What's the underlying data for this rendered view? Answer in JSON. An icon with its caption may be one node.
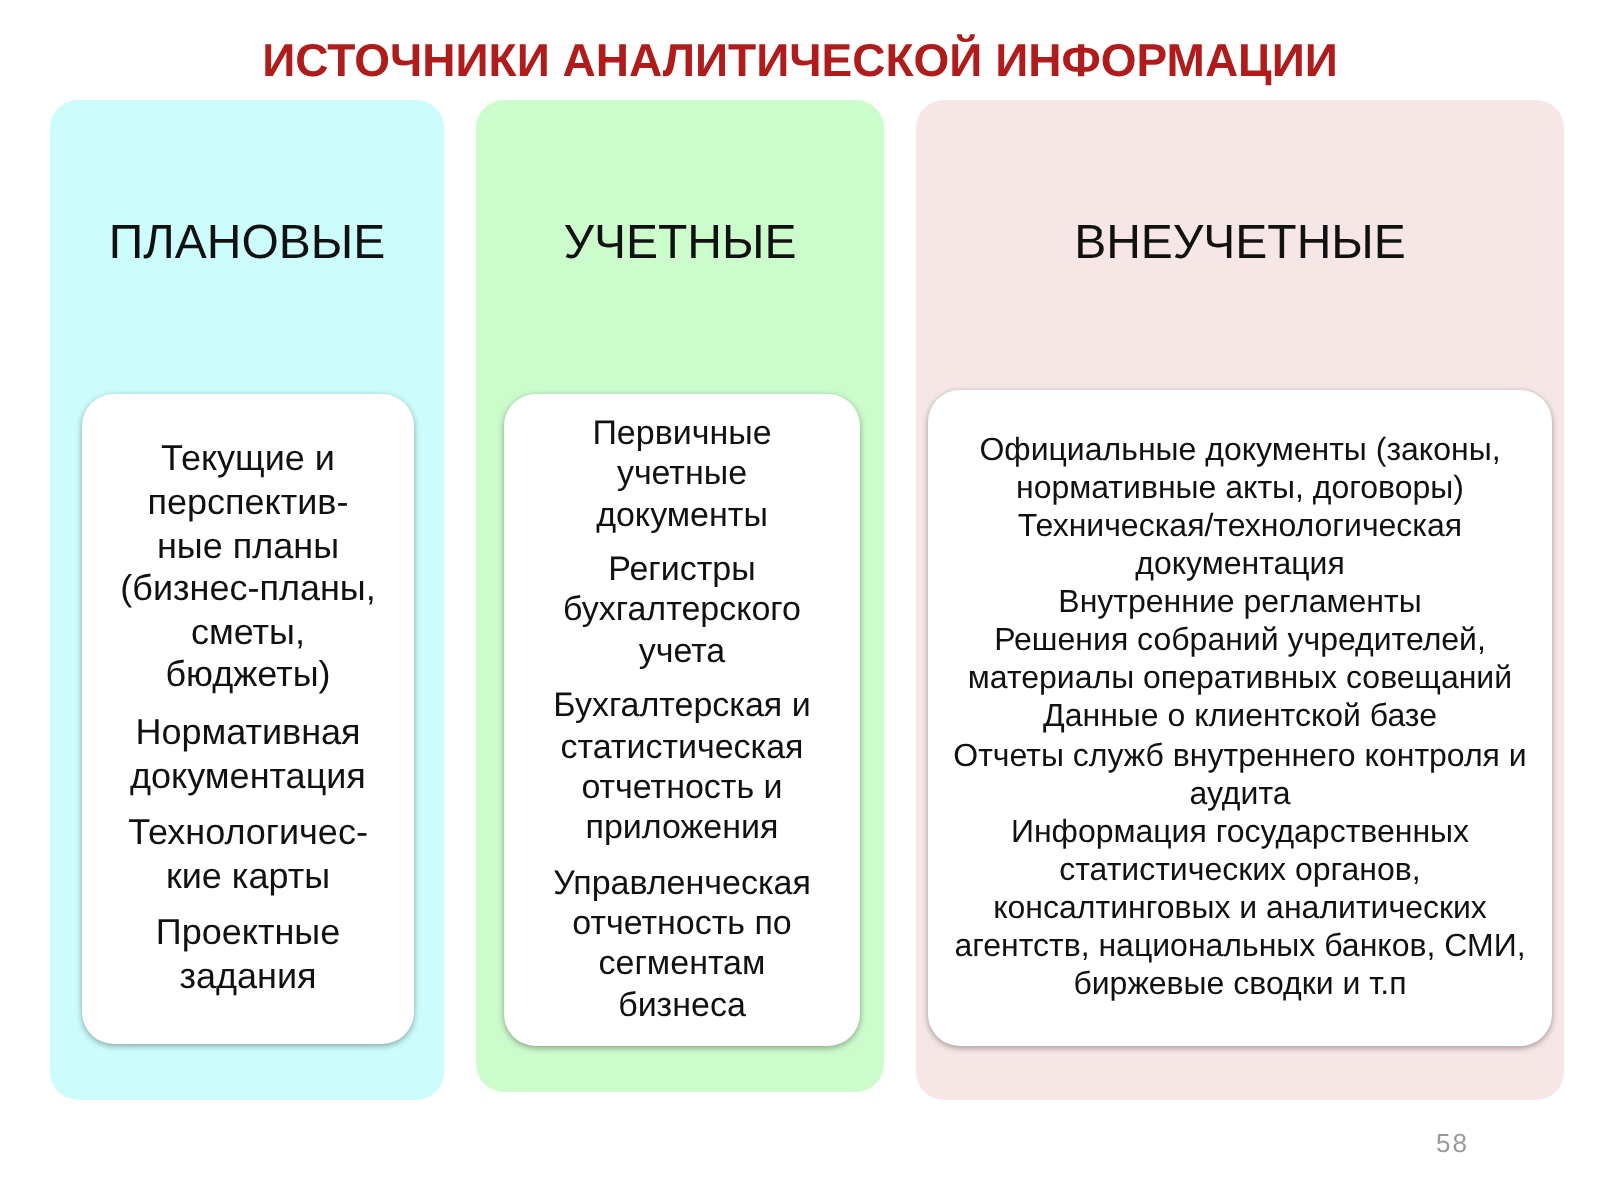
{
  "diagram": {
    "title": "ИСТОЧНИКИ АНАЛИТИЧЕСКОЙ ИНФОРМАЦИИ",
    "nodes": [
      {
        "text": [
          "ПЛАНОВЫЕ"
        ]
      },
      {
        "text": [
          "Текущие и перспектив-ные планы (бизнес-планы, сметы, бюджеты)",
          "Нормативная документация",
          "Технологичес-кие карты",
          "Проектные задания"
        ],
        "in": 0
      },
      {
        "text": [
          "УЧЕТНЫЕ"
        ]
      },
      {
        "text": [
          "Первичные учетные документы",
          "Регистры бухгалтерского учета",
          "Бухгалтерская и статистическая отчетность и приложения",
          "Управленческая отчетность по сегментам бизнеса"
        ],
        "in": 2
      },
      {
        "text": [
          "ВНЕУЧЕТНЫЕ"
        ]
      },
      {
        "text": [
          "Официальные документы (законы, нормативные акты, договоры)",
          "Техническая/технологическая документация",
          "Внутренние регламенты",
          "Решения собраний учредителей, материалы оперативных совещаний",
          "Данные о клиентской базе",
          "Отчеты служб внутреннего контроля и аудита",
          "Информация государственных статистических органов, консалтинговых и аналитических агентств, национальных банков, СМИ, биржевые сводки и т.п"
        ],
        "in": 4
      }
    ],
    "labels": [
      "58"
    ]
  }
}
